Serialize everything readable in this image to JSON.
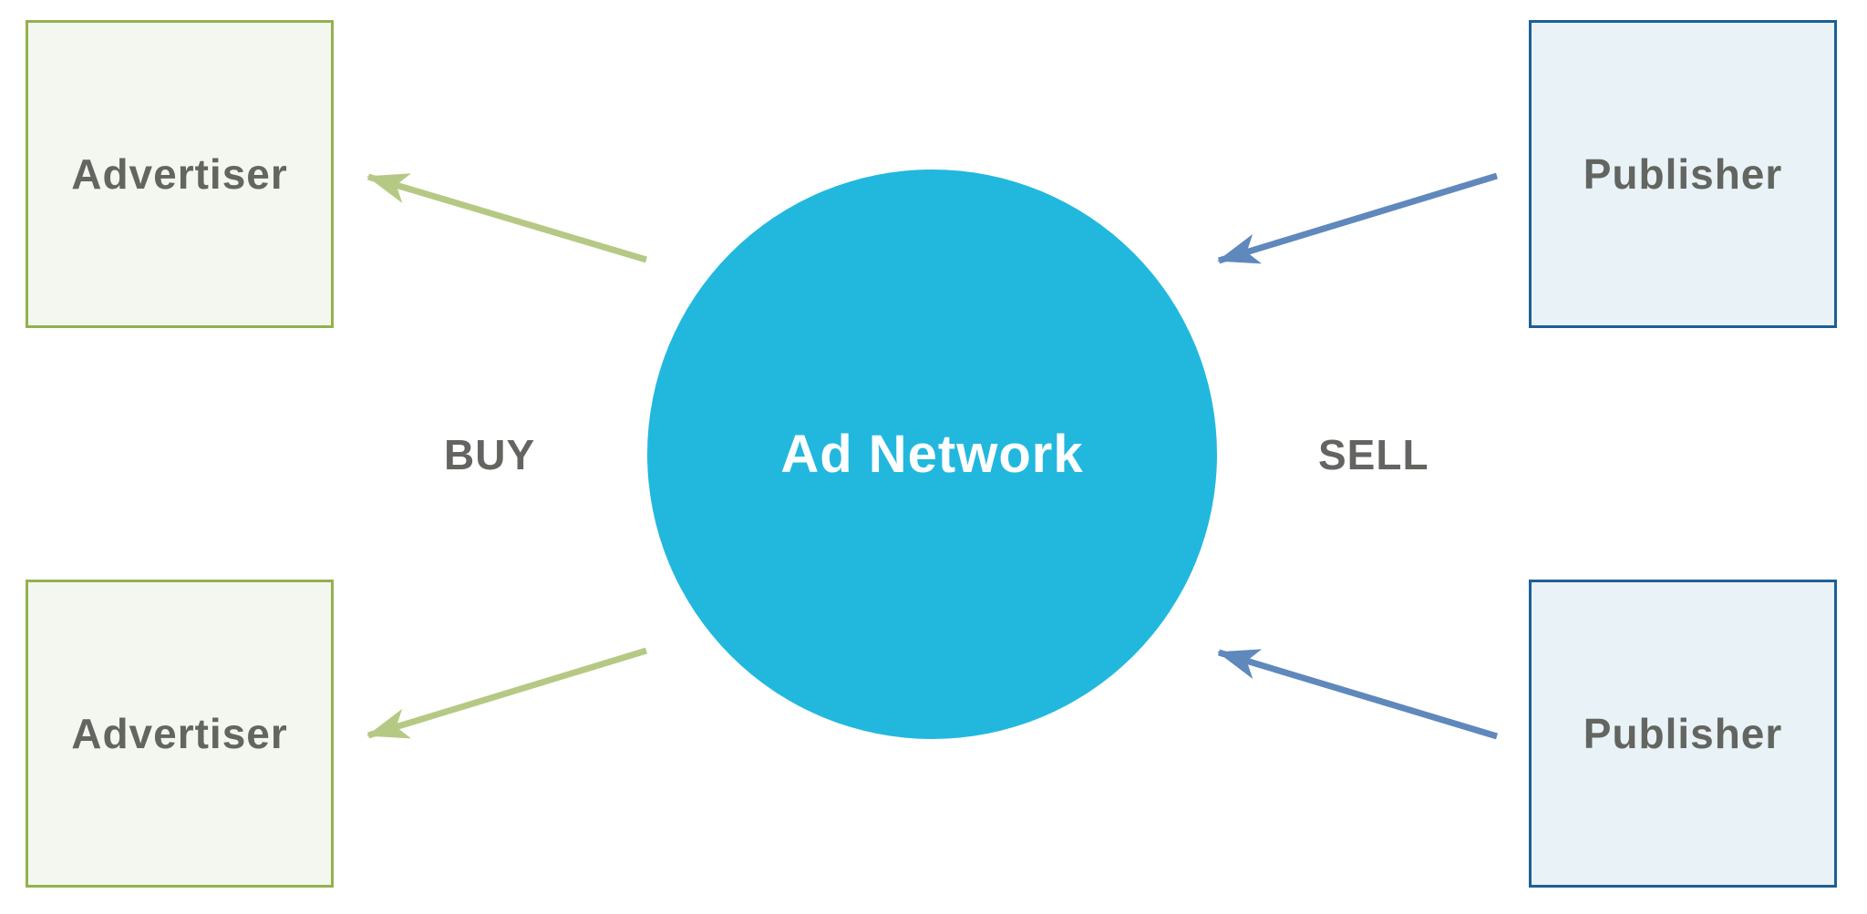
{
  "nodes": {
    "advertiser_top": "Advertiser",
    "advertiser_bottom": "Advertiser",
    "publisher_top": "Publisher",
    "publisher_bottom": "Publisher",
    "hub": "Ad Network"
  },
  "labels": {
    "buy": "BUY",
    "sell": "SELL"
  },
  "colors": {
    "advertiser_border": "#93b14f",
    "advertiser_fill": "#f4f7ef",
    "publisher_border": "#1e5f95",
    "publisher_fill": "#e9f2f6",
    "hub_fill": "#22b8de",
    "buy_arrow": "#b5c985",
    "sell_arrow": "#5f88bc",
    "label_text": "#636561"
  },
  "edges": [
    {
      "from": "hub",
      "to": "advertiser_top",
      "style": "buy"
    },
    {
      "from": "hub",
      "to": "advertiser_bottom",
      "style": "buy"
    },
    {
      "from": "publisher_top",
      "to": "hub",
      "style": "sell"
    },
    {
      "from": "publisher_bottom",
      "to": "hub",
      "style": "sell"
    }
  ]
}
